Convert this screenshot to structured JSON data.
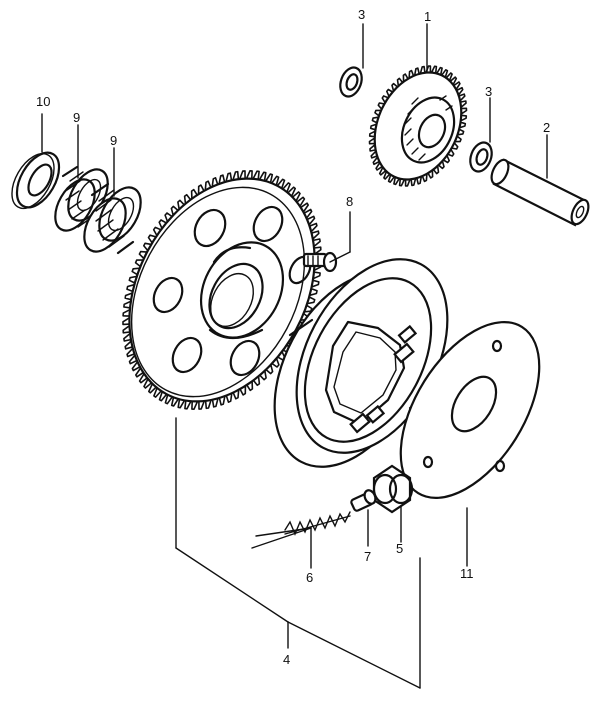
{
  "diagram": {
    "callouts": [
      {
        "id": "part-1",
        "label": "1"
      },
      {
        "id": "part-2",
        "label": "2"
      },
      {
        "id": "part-3a",
        "label": "3"
      },
      {
        "id": "part-3b",
        "label": "3"
      },
      {
        "id": "part-4",
        "label": "4"
      },
      {
        "id": "part-5",
        "label": "5"
      },
      {
        "id": "part-6",
        "label": "6"
      },
      {
        "id": "part-7",
        "label": "7"
      },
      {
        "id": "part-8",
        "label": "8"
      },
      {
        "id": "part-9a",
        "label": "9"
      },
      {
        "id": "part-9b",
        "label": "9"
      },
      {
        "id": "part-10",
        "label": "10"
      },
      {
        "id": "part-11",
        "label": "11"
      }
    ]
  }
}
